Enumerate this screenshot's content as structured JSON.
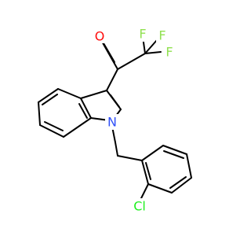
{
  "molecule": {
    "atoms": {
      "oxygen": "O",
      "fluorine_top_left": "F",
      "fluorine_top_right": "F",
      "fluorine_right": "F",
      "nitrogen": "N",
      "chlorine": "Cl"
    },
    "colors": {
      "bond": "#000000",
      "oxygen": "#ff0d0d",
      "fluorine": "#90e050",
      "nitrogen": "#3050f8",
      "chlorine": "#1ff01f",
      "background": "#ffffff"
    }
  }
}
